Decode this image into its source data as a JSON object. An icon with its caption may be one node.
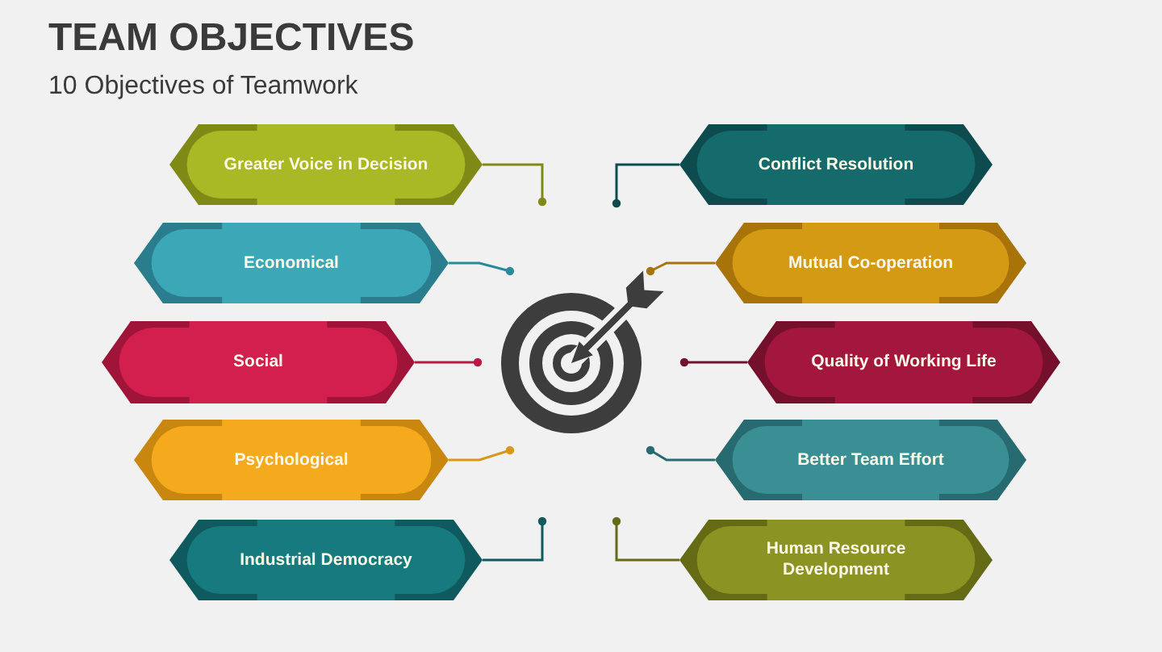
{
  "diagram": {
    "title": "TEAM OBJECTIVES",
    "nodes": [
      {
        "text": [
          "Greater Voice in Decision"
        ]
      },
      {
        "text": [
          "Economical"
        ]
      },
      {
        "text": [
          "Social"
        ]
      },
      {
        "text": [
          "Psychological"
        ]
      },
      {
        "text": [
          "Industrial Democracy"
        ]
      },
      {
        "text": [
          "Conflict Resolution"
        ]
      },
      {
        "text": [
          "Mutual Co-operation"
        ]
      },
      {
        "text": [
          "Quality of Working Life"
        ]
      },
      {
        "text": [
          "Better Team Effort"
        ]
      },
      {
        "text": [
          "Human Resource Development"
        ]
      }
    ],
    "edges": [
      {
        "from": 0,
        "to": null,
        "arrow": "other",
        "color": "#7f8a16"
      },
      {
        "from": 1,
        "to": null,
        "arrow": "other",
        "color": "#2a8a9a"
      },
      {
        "from": 2,
        "to": null,
        "arrow": "other",
        "color": "#b81844"
      },
      {
        "from": 3,
        "to": null,
        "arrow": "other",
        "color": "#d9961a"
      },
      {
        "from": 4,
        "to": null,
        "arrow": "other",
        "color": "#0f5a5e"
      },
      {
        "from": 5,
        "to": null,
        "arrow": "other",
        "color": "#0d4b4e"
      },
      {
        "from": 6,
        "to": null,
        "arrow": "other",
        "color": "#a8740a"
      },
      {
        "from": 7,
        "to": null,
        "arrow": "other",
        "color": "#75102c"
      },
      {
        "from": 8,
        "to": null,
        "arrow": "other",
        "color": "#276a70"
      },
      {
        "from": 9,
        "to": null,
        "arrow": "other",
        "color": "#656b14"
      }
    ],
    "labels": [
      "10 Objectives of Teamwork"
    ]
  }
}
